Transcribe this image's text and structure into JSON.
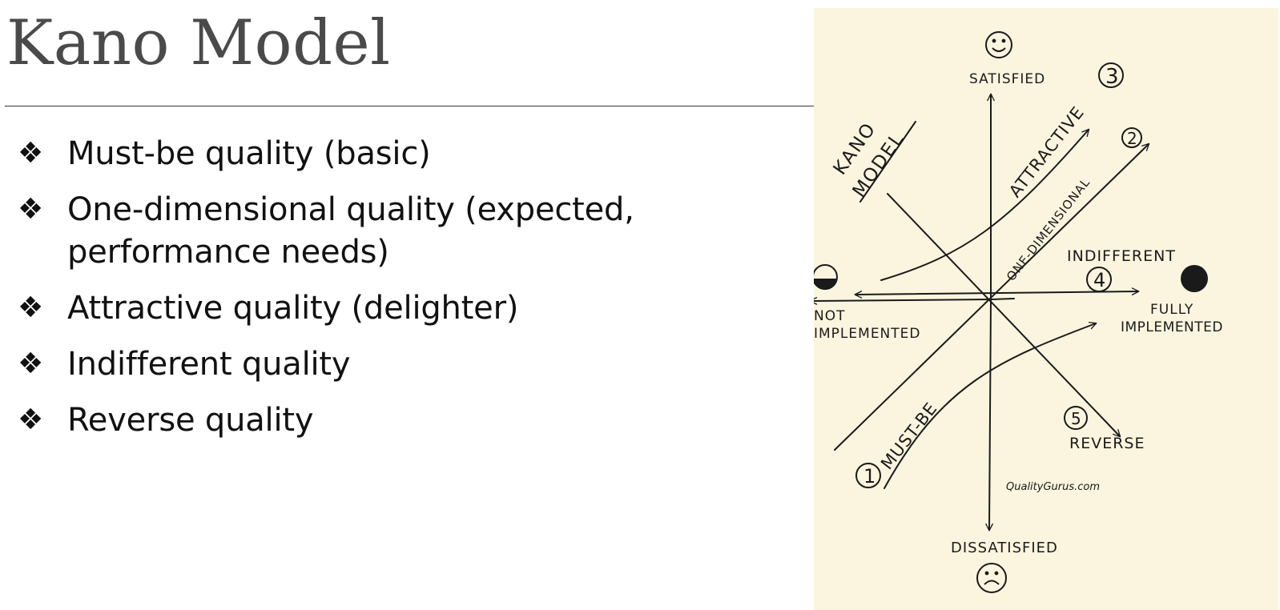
{
  "title": "Kano Model",
  "bullets": [
    {
      "marker": "❖",
      "text": "Must-be quality (basic)"
    },
    {
      "marker": "❖",
      "text": "One-dimensional quality (expected,\nperformance needs)"
    },
    {
      "marker": "❖",
      "text": "Attractive quality (delighter)"
    },
    {
      "marker": "❖",
      "text": "Indifferent quality"
    },
    {
      "marker": "❖",
      "text": "Reverse quality"
    }
  ],
  "diagram": {
    "background_color": "#fbf5df",
    "ink_color": "#1a1a1a",
    "heading_line1": "KANO",
    "heading_line2": "MODEL",
    "satisfied": "SATISFIED",
    "dissatisfied": "DISSATISFIED",
    "not_implemented_line1": "NOT",
    "not_implemented_line2": "IMPLEMENTED",
    "fully_implemented_line1": "FULLY",
    "fully_implemented_line2": "IMPLEMENTED",
    "curves": {
      "attractive": {
        "number": "3",
        "label": "ATTRACTIVE"
      },
      "one_dimensional": {
        "number": "2",
        "label": "ONE-DIMENSIONAL"
      },
      "indifferent": {
        "number": "4",
        "label": "INDIFFERENT"
      },
      "must_be": {
        "number": "1",
        "label": "MUST-BE"
      },
      "reverse": {
        "number": "5",
        "label": "REVERSE"
      }
    },
    "credit": "QualityGurus.com"
  }
}
